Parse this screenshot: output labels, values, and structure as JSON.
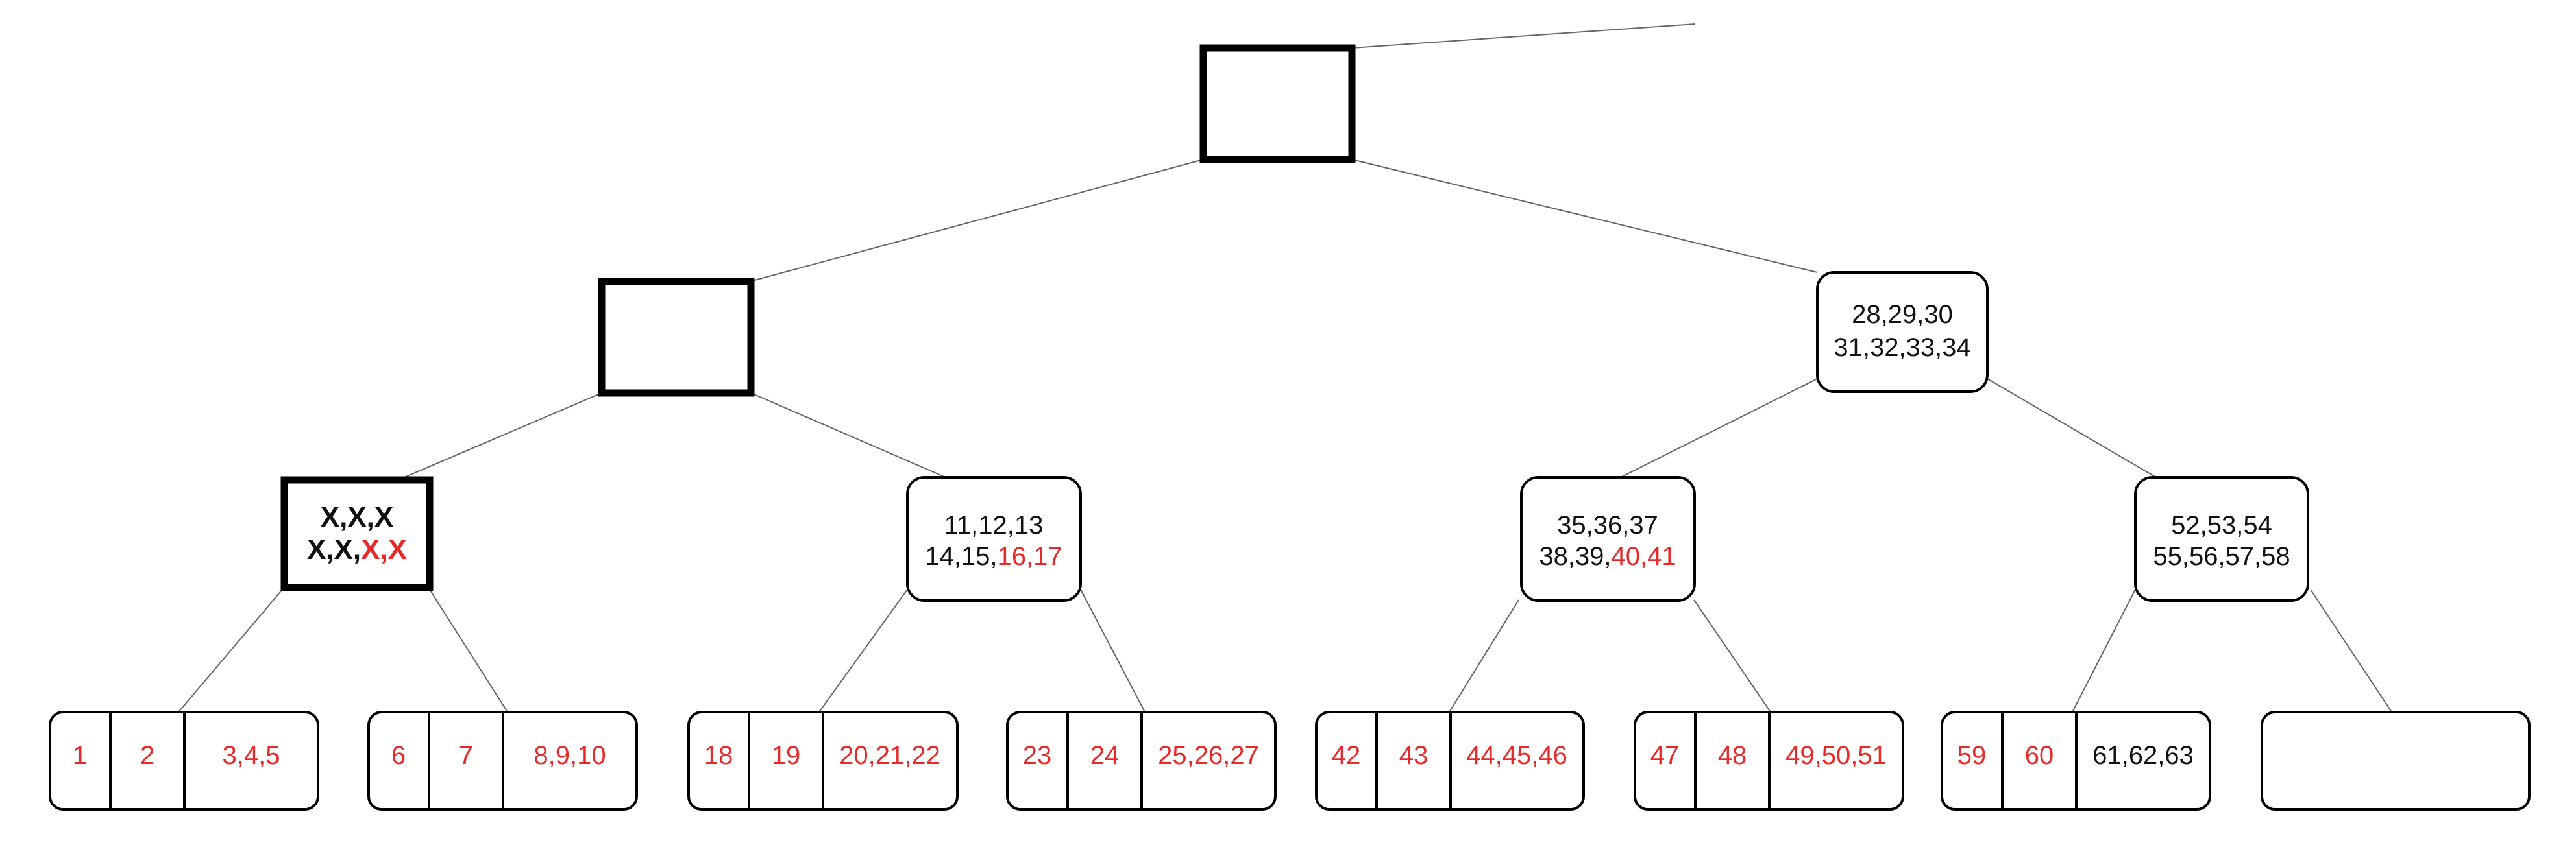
{
  "colors": {
    "red": "#e8292a",
    "black": "#111111"
  },
  "internal_nodes": [
    {
      "id": "n1a",
      "lines": [
        [
          {
            "t": "28,29,30",
            "c": "black"
          }
        ],
        [
          {
            "t": "31,32,33,34",
            "c": "black"
          }
        ]
      ]
    },
    {
      "id": "n2a",
      "lines": [
        [
          {
            "t": "X,X,X",
            "c": "black"
          }
        ],
        [
          {
            "t": "X,X,",
            "c": "black"
          },
          {
            "t": "X,X",
            "c": "red"
          }
        ]
      ]
    },
    {
      "id": "n2b",
      "lines": [
        [
          {
            "t": "11,12,13",
            "c": "black"
          }
        ],
        [
          {
            "t": "14,15,",
            "c": "black"
          },
          {
            "t": "16,17",
            "c": "red"
          }
        ]
      ]
    },
    {
      "id": "n2c",
      "lines": [
        [
          {
            "t": "35,36,37",
            "c": "black"
          }
        ],
        [
          {
            "t": "38,39,",
            "c": "black"
          },
          {
            "t": "40,41",
            "c": "red"
          }
        ]
      ]
    },
    {
      "id": "n2d",
      "lines": [
        [
          {
            "t": "52,53,54",
            "c": "black"
          }
        ],
        [
          {
            "t": "55,56,57,58",
            "c": "black"
          }
        ]
      ]
    }
  ],
  "leaves": [
    {
      "cells": [
        {
          "t": "1",
          "c": "red"
        },
        {
          "t": "2",
          "c": "red"
        },
        {
          "t": "3,4,5",
          "c": "red"
        }
      ]
    },
    {
      "cells": [
        {
          "t": "6",
          "c": "red"
        },
        {
          "t": "7",
          "c": "red"
        },
        {
          "t": "8,9,10",
          "c": "red"
        }
      ]
    },
    {
      "cells": [
        {
          "t": "18",
          "c": "red"
        },
        {
          "t": "19",
          "c": "red"
        },
        {
          "t": "20,21,22",
          "c": "red"
        }
      ]
    },
    {
      "cells": [
        {
          "t": "23",
          "c": "red"
        },
        {
          "t": "24",
          "c": "red"
        },
        {
          "t": "25,26,27",
          "c": "red"
        }
      ]
    },
    {
      "cells": [
        {
          "t": "42",
          "c": "red"
        },
        {
          "t": "43",
          "c": "red"
        },
        {
          "t": "44,45,46",
          "c": "red"
        }
      ]
    },
    {
      "cells": [
        {
          "t": "47",
          "c": "red"
        },
        {
          "t": "48",
          "c": "red"
        },
        {
          "t": "49,50,51",
          "c": "red"
        }
      ]
    },
    {
      "cells": [
        {
          "t": "59",
          "c": "red"
        },
        {
          "t": "60",
          "c": "red"
        },
        {
          "t": "61,62,63",
          "c": "black"
        }
      ]
    },
    {
      "cells": []
    }
  ]
}
